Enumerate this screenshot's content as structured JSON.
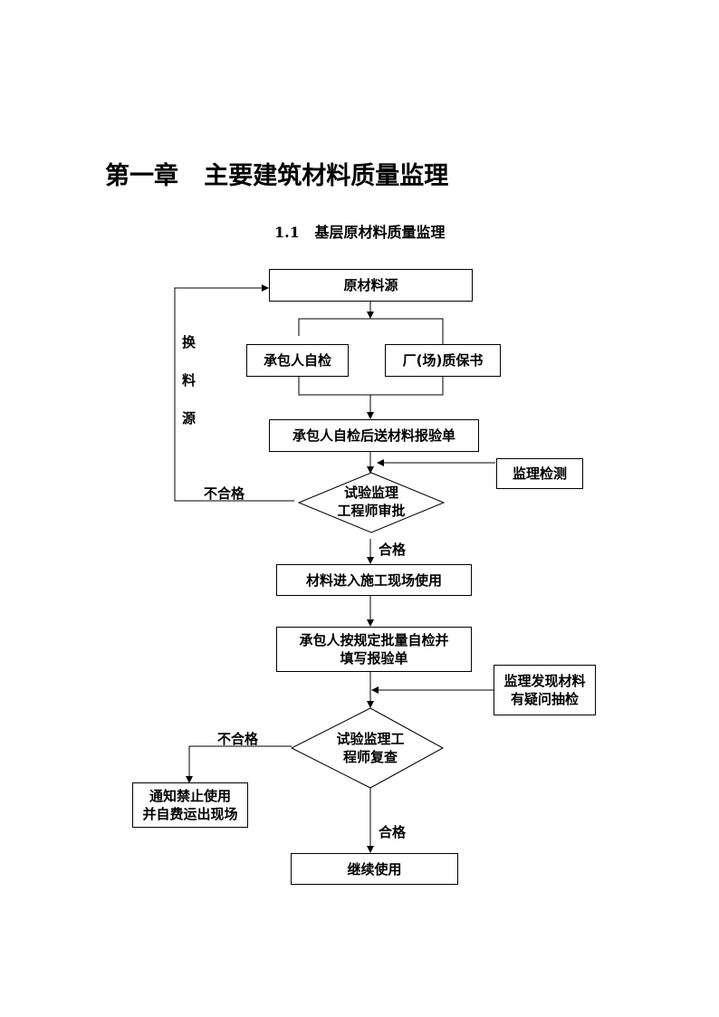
{
  "document": {
    "chapter_title": "第一章   主要建筑材料质量监理",
    "section_title": "1.1   基层原材料质量监理"
  },
  "flowchart": {
    "raw_source": "原材料源",
    "contractor_self_check": "承包人自检",
    "factory_cert": "厂(场)质保书",
    "send_report": "承包人自检后送材料报验单",
    "supervision_test": "监理检测",
    "review1_line1": "试验监理",
    "review1_line2": "工程师审批",
    "reject1": "不合格",
    "change_source": [
      "换",
      "料",
      "源"
    ],
    "pass1": "合格",
    "enter_site": "材料进入施工现场使用",
    "batch_check_line1": "承包人按规定批量自检并",
    "batch_check_line2": "填写报验单",
    "doubt_check_line1": "监理发现材料",
    "doubt_check_line2": "有疑问抽检",
    "review2_line1": "试验监理工",
    "review2_line2": "程师复查",
    "reject2": "不合格",
    "ban_line1": "通知禁止使用",
    "ban_line2": "并自费运出现场",
    "pass2": "合格",
    "continue_use": "继续使用"
  }
}
